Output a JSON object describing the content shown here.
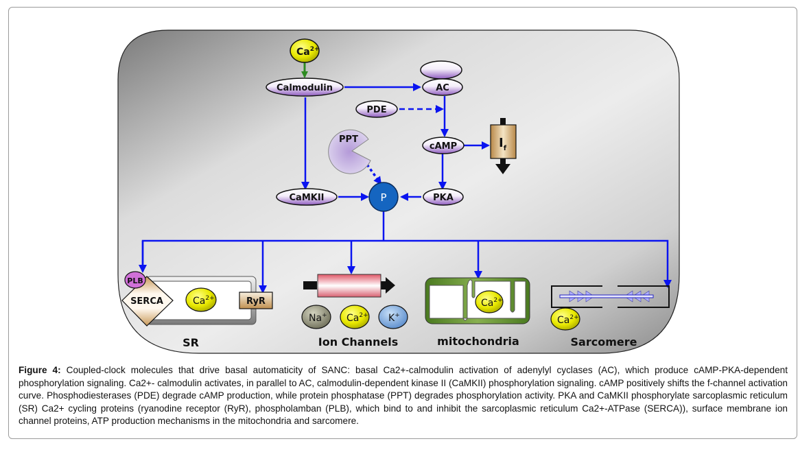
{
  "figure": {
    "nodes": {
      "ca_top": {
        "label": "Ca",
        "sup": "2+"
      },
      "calmodulin": "Calmodulin",
      "ac": "AC",
      "pde": "PDE",
      "camp": "cAMP",
      "ppt": "PPT",
      "if_channel": {
        "label": "I",
        "sub": "f"
      },
      "camkii": "CaMKII",
      "p": "P",
      "pka": "PKA"
    },
    "targets": {
      "sr": {
        "title": "SR",
        "plb": "PLB",
        "serca": "SERCA",
        "ryr": "RyR",
        "ca": {
          "label": "Ca",
          "sup": "2+"
        }
      },
      "ion_channels": {
        "title": "Ion Channels",
        "na": {
          "label": "Na",
          "sup": "+"
        },
        "ca": {
          "label": "Ca",
          "sup": "2+"
        },
        "k": {
          "label": "K",
          "sup": "+"
        }
      },
      "mitochondria": {
        "title": "mitochondria",
        "ca": {
          "label": "Ca",
          "sup": "2+"
        }
      },
      "sarcomere": {
        "title": "Sarcomere",
        "ca": {
          "label": "Ca",
          "sup": "2+"
        }
      }
    },
    "colors": {
      "arrow_blue": "#0a14f0",
      "arrow_green": "#2e8b22",
      "node_purple": "#9b6fc4",
      "p_blue": "#1565c0",
      "ca_yellow": "#e6e600",
      "na_gray": "#8a8a70",
      "k_blue": "#7aaee0",
      "plb_pink": "#d070d8",
      "mito_green": "#5c8a2a",
      "channel_red": "#e06070",
      "tan": "#c8a060"
    }
  },
  "caption": {
    "label": "Figure 4:",
    "text": " Coupled-clock molecules that drive basal automaticity of SANC: basal Ca2+-calmodulin activation of adenylyl cyclases (AC), which produce cAMP-PKA-dependent phosphorylation signaling. Ca2+- calmodulin activates, in parallel to AC, calmodulin-dependent kinase II (CaMKII) phosphorylation signaling. cAMP positively shifts the f-channel activation curve. Phosphodiesterases (PDE) degrade cAMP production, while protein phosphatase (PPT) degrades phosphorylation activity. PKA and CaMKII phosphorylate sarcoplasmic reticulum (SR) Ca2+ cycling proteins (ryanodine receptor (RyR), phospholamban (PLB), which bind to and inhibit the sarcoplasmic reticulum Ca2+-ATPase (SERCA)), surface membrane ion channel proteins, ATP production mechanisms in the mitochondria and sarcomere."
  }
}
